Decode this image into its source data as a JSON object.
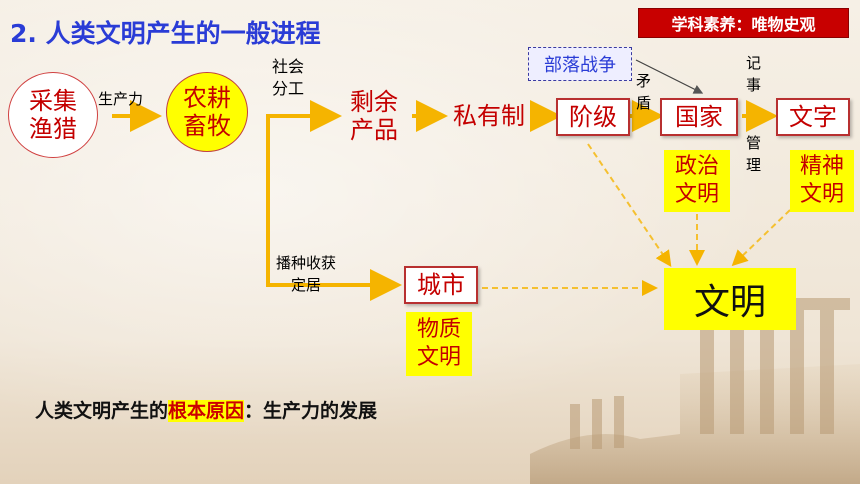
{
  "title": "2. 人类文明产生的一般进程",
  "badge": "学科素养：唯物史观",
  "nodes": {
    "caiji": "采集\n渔猎",
    "nonggeng": "农耕\n畜牧",
    "shengyu": "剩余\n产品",
    "siyouzhi": "私有制",
    "jieji": "阶级",
    "guojia": "国家",
    "wenzi": "文字",
    "chengshi": "城市",
    "buluo": "部落战争",
    "wenming": "文明"
  },
  "labels": {
    "shengchanli": "生产力",
    "shehui_fengong": "社会\n分工",
    "maodun": "矛\n盾",
    "jishi": "记\n事",
    "guanli": "管\n理",
    "bozhong": "播种收获\n定居"
  },
  "civilizations": {
    "zhengzhi": "政治\n文明",
    "jingshen": "精神\n文明",
    "wuzhi": "物质\n文明"
  },
  "conclusion": {
    "prefix": "人类文明产生的",
    "highlight": "根本原因",
    "suffix": "：生产力的发展"
  },
  "colors": {
    "arrow": "#f5b400",
    "red": "#c40000",
    "badge": "#c80000",
    "title": "#2a3cd6",
    "highlight": "#ffff00"
  }
}
